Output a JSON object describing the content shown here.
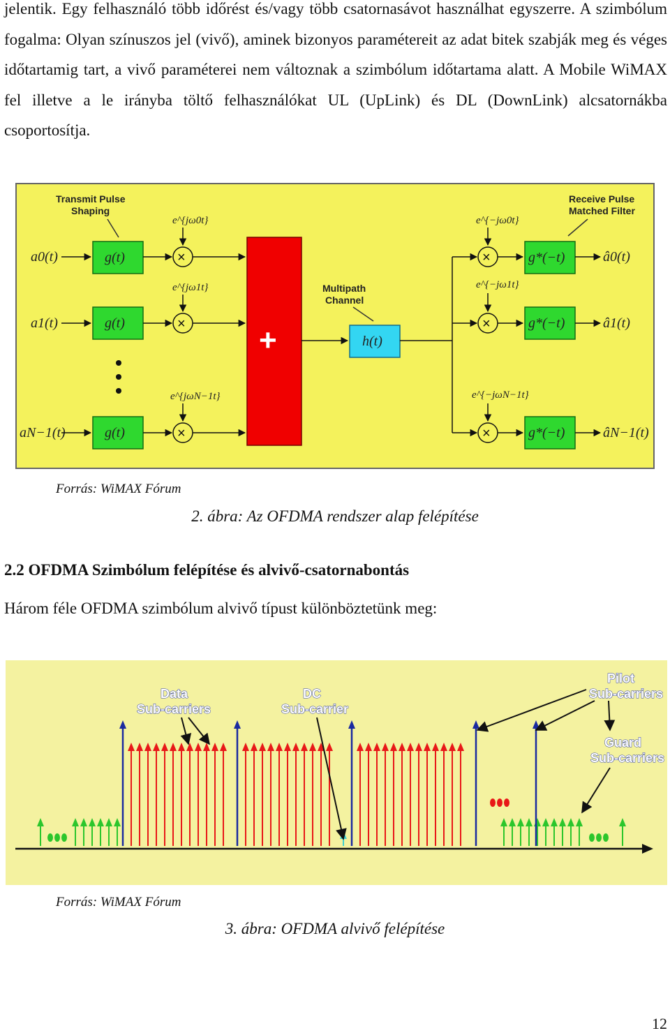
{
  "intro_paragraph": "jelentik. Egy felhasználó több időrést és/vagy több csatornasávot használhat egyszerre. A szimbólum fogalma: Olyan színuszos jel (vivő), aminek bizonyos paramétereit az adat bitek szabják meg és véges időtartamig tart, a vivő paraméterei nem változnak a szimbólum időtartama alatt. A Mobile WiMAX fel illetve a le irányba töltő felhasználókat UL (UpLink) és DL (DownLink) alcsatornákba csoportosítja.",
  "figure1": {
    "labels": {
      "transmit_line1": "Transmit Pulse",
      "transmit_line2": "Shaping",
      "receive_line1": "Receive Pulse",
      "receive_line2": "Matched Filter",
      "multipath_line1": "Multipath",
      "multipath_line2": "Channel",
      "channel_block": "h(t)",
      "sum_symbol": "+",
      "tx_filter": "g(t)",
      "rx_filter": "g*(−t)",
      "multiplier": "×"
    },
    "inputs": [
      "a0(t)",
      "a1(t)",
      "aN−1(t)"
    ],
    "outputs": [
      "â0(t)",
      "â1(t)",
      "âN−1(t)"
    ],
    "tx_exponents": [
      "e^{jω0t}",
      "e^{jω1t}",
      "e^{jωN−1t}"
    ],
    "rx_exponents": [
      "e^{−jω0t}",
      "e^{−jω1t}",
      "e^{−jωN−1t}"
    ],
    "colors": {
      "background": "#f4f25c",
      "sum_block": "#f00000",
      "filter_block": "#2fd82f",
      "channel_block": "#33d6f2"
    },
    "source": "Forrás: WiMAX Fórum",
    "caption": "2. ábra: Az OFDMA rendszer alap felépítése"
  },
  "section_heading": "2.2 OFDMA Szimbólum felépítése és alvivő-csatornabontás",
  "section_text": "Három féle OFDMA szimbólum alvivő típust különböztetünk meg:",
  "figure2": {
    "labels": {
      "data_line1": "Data",
      "data_line2": "Sub-carriers",
      "dc_line1": "DC",
      "dc_line2": "Sub-carrier",
      "pilot_line1": "Pilot",
      "pilot_line2": "Sub-carriers",
      "guard_line1": "Guard",
      "guard_line2": "Sub-carriers"
    },
    "colors": {
      "background": "#f4f2a0",
      "data": "#e81818",
      "pilot": "#1a2aa0",
      "guard": "#2cc62c",
      "dc": "#40d0d0"
    },
    "source": "Forrás: WiMAX Fórum",
    "caption": "3. ábra: OFDMA alvivő felépítése"
  },
  "page_number": "12"
}
